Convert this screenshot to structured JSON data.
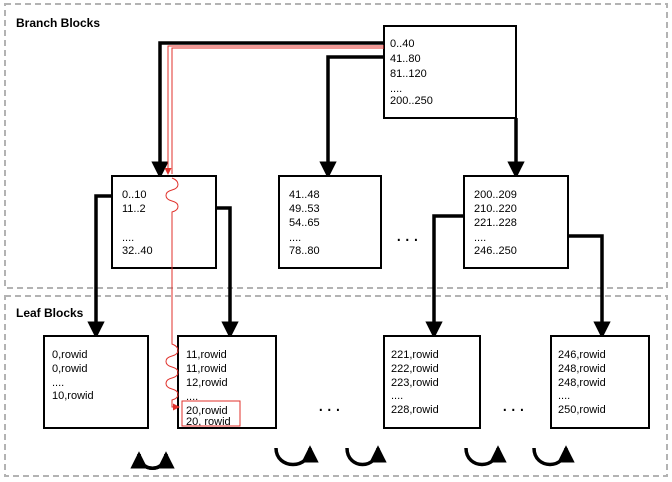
{
  "regions": {
    "branch_label": "Branch Blocks",
    "leaf_label": "Leaf Blocks"
  },
  "root_block": {
    "entries": [
      "0..40",
      "41..80",
      "81..120",
      "....",
      "200..250"
    ]
  },
  "branch_blocks": [
    {
      "entries": [
        "0..10",
        "11..2",
        "",
        "....",
        "32..40"
      ]
    },
    {
      "entries": [
        "41..48",
        "49..53",
        "54..65",
        "....",
        "78..80"
      ]
    },
    {
      "entries": [
        "200..209",
        "210..220",
        "221..228",
        "....",
        "246..250"
      ]
    }
  ],
  "branch_gap": "...",
  "leaf_blocks": [
    {
      "entries": [
        "0,rowid",
        "0,rowid",
        "....",
        "10,rowid"
      ]
    },
    {
      "entries": [
        "11,rowid",
        "11,rowid",
        "12,rowid",
        "....",
        "20,rowid",
        "20, rowid"
      ]
    },
    {
      "entries": [
        "221,rowid",
        "222,rowid",
        "223,rowid",
        "....",
        "228,rowid"
      ]
    },
    {
      "entries": [
        "246,rowid",
        "248,rowid",
        "248,rowid",
        "....",
        "250,rowid"
      ]
    }
  ],
  "leaf_gaps": [
    "...",
    "..."
  ],
  "colors": {
    "trace": "#e0312b",
    "region_border": "#b3b3b3",
    "block_border": "#000000"
  }
}
